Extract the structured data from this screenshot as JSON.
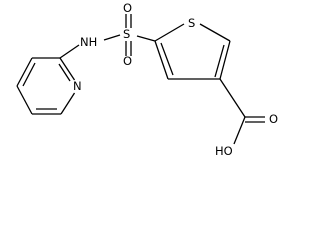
{
  "molecule": {
    "atoms": {
      "nh": "NH",
      "s_sulfonyl": "S",
      "o_top": "O",
      "o_bottom": "O",
      "s_ring": "S",
      "n_pyridine": "N",
      "o_carbonyl": "O",
      "oh": "HO"
    }
  }
}
